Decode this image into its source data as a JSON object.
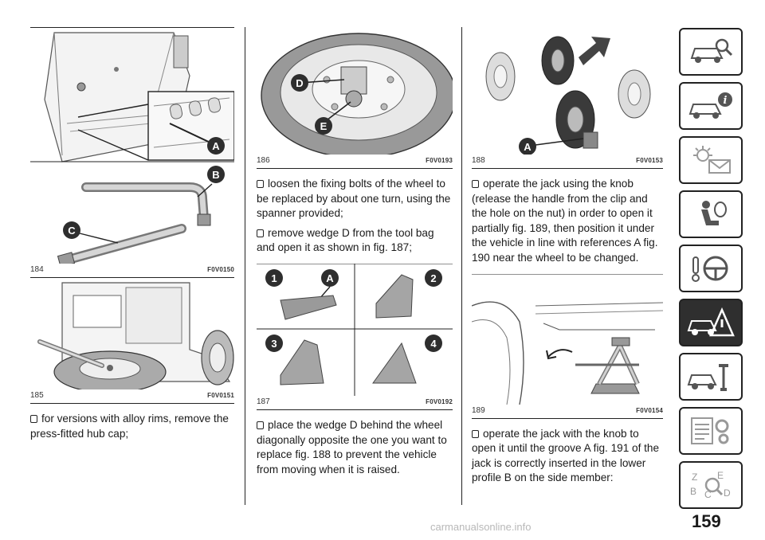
{
  "column1": {
    "fig184": {
      "number": "184",
      "code": "F0V0150",
      "labels": [
        "A",
        "B",
        "C"
      ]
    },
    "fig185": {
      "number": "185",
      "code": "F0V0151"
    },
    "text1": "for versions with alloy rims, remove the press-fitted hub cap;"
  },
  "column2": {
    "fig186": {
      "number": "186",
      "code": "F0V0193",
      "labels": [
        "D",
        "E"
      ]
    },
    "text1": "loosen the fixing bolts of the wheel to be replaced by about one turn, using the spanner provided;",
    "text2": "remove wedge D from the tool bag and open it as shown in fig. 187;",
    "fig187": {
      "number": "187",
      "code": "F0V0192",
      "steps": [
        "1",
        "2",
        "3",
        "4"
      ],
      "label": "A"
    },
    "text3": "place the wedge D behind the wheel diagonally opposite the one you want to replace fig. 188 to prevent the vehicle from moving when it is raised."
  },
  "column3": {
    "fig188": {
      "number": "188",
      "code": "F0V0153",
      "label": "A"
    },
    "text1": "operate the jack using the knob (release the handle from the clip and the hole on the nut) in order to open it partially fig. 189, then position it under the vehicle in line with references A fig. 190 near the wheel to be changed.",
    "fig189": {
      "number": "189",
      "code": "F0V0154"
    },
    "text2": "operate the jack with the knob to open it until the groove A fig. 191 of the jack is correctly inserted in the lower profile B on the side member:"
  },
  "page": {
    "number": "159",
    "watermark": "carmanualsonline.info"
  },
  "sidebar": {
    "tabs": [
      {
        "icon": "car-search-icon",
        "active": false
      },
      {
        "icon": "car-info-icon",
        "active": false
      },
      {
        "icon": "warning-lights-icon",
        "active": false
      },
      {
        "icon": "seat-airbag-icon",
        "active": false
      },
      {
        "icon": "car-emergency-icon",
        "active": true
      },
      {
        "icon": "car-maintenance-icon",
        "active": false
      },
      {
        "icon": "specifications-icon",
        "active": false
      },
      {
        "icon": "index-icon",
        "active": false
      }
    ]
  }
}
